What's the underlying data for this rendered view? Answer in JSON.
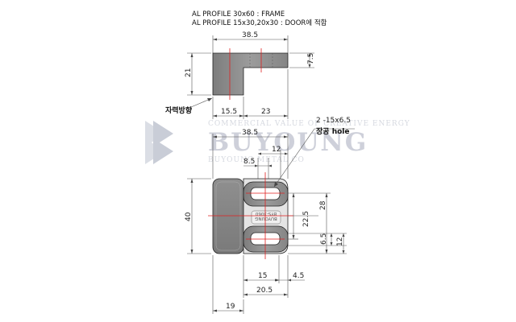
{
  "header": {
    "line1": "AL PROFILE 30x60 : FRAME",
    "line2": "AL PROFILE 15x30,20x30 : DOOR에  적합"
  },
  "watermark": {
    "tagline": "COMMERCIAL VALUE OF CREATIVE ENERGY",
    "brand": "BUYOUNG",
    "company": "BUYOUNG METAL CO"
  },
  "labels": {
    "magnet_direction": "자력방향",
    "hole_spec": "2 -15x6.5",
    "hole_label": "장공 hole"
  },
  "top_view": {
    "overall_width": "38.5",
    "height": "21",
    "step_height": "7.5",
    "left_width": "15.5",
    "right_width": "23"
  },
  "front_view": {
    "overall_width": "38.5",
    "height": "40",
    "slot_span": "12",
    "slot_offset": "8.5",
    "center_distance": "22.5",
    "right_height": "28",
    "slot_height": "6.5",
    "lower_height": "12",
    "bottom_15": "15",
    "bottom_4_5": "4.5",
    "bottom_20_5": "20.5",
    "bottom_19": "19",
    "emboss_line1": "BUYOUNG",
    "emboss_line2": "BYS-3060"
  },
  "colors": {
    "body": "#8a8a8a",
    "body_light": "#a8a8a8",
    "outline": "#222222",
    "centerline": "#e02020",
    "dimension": "#555555",
    "watermark": "#c9ccd6"
  }
}
